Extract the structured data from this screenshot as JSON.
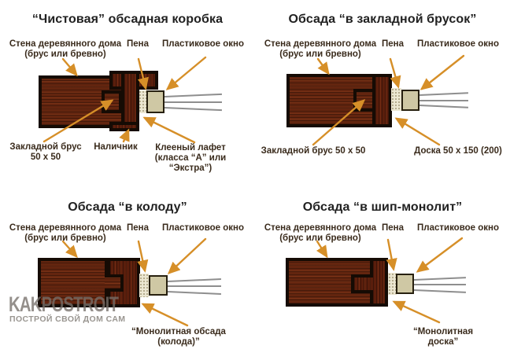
{
  "colors": {
    "arrow": "#d68f28",
    "outline": "#150b04",
    "wall_wood": "#63250f",
    "casing_wood": "#5a1e0c",
    "foam": "#ece7d2",
    "window_fill": "#cfc8a4",
    "profile_line": "#8e8e8e",
    "watermark": "#76706a"
  },
  "watermark": {
    "logo": "KAKPOSTROIT",
    "tagline": "ПОСТРОЙ СВОЙ ДОМ САМ"
  },
  "panels": [
    {
      "title": "“Чистовая” обсадная коробка",
      "wall_label_1": "Стена деревянного дома",
      "wall_label_2": "(брус или бревно)",
      "foam_label": "Пена",
      "window_label": "Пластиковое окно",
      "callout_block_1": "Закладной брус",
      "callout_block_2": "50 х 50",
      "callout_trim": "Наличник",
      "callout_frame_1": "Клееный лафет",
      "callout_frame_2": "(класса “А” или “Экстра”)"
    },
    {
      "title": "Обсада “в закладной брусок”",
      "wall_label_1": "Стена деревянного дома",
      "wall_label_2": "(брус или бревно)",
      "foam_label": "Пена",
      "window_label": "Пластиковое окно",
      "callout_block": "Закладной брус 50 х 50",
      "callout_board": "Доска 50 х 150 (200)"
    },
    {
      "title": "Обсада “в колоду”",
      "wall_label_1": "Стена деревянного дома",
      "wall_label_2": "(брус или бревно)",
      "foam_label": "Пена",
      "window_label": "Пластиковое окно",
      "callout_casing": "“Монолитная обсада (колода)”"
    },
    {
      "title": "Обсада “в шип-монолит”",
      "wall_label_1": "Стена деревянного дома",
      "wall_label_2": "(брус или бревно)",
      "foam_label": "Пена",
      "window_label": "Пластиковое окно",
      "callout_board": "“Монолитная доска”"
    }
  ]
}
